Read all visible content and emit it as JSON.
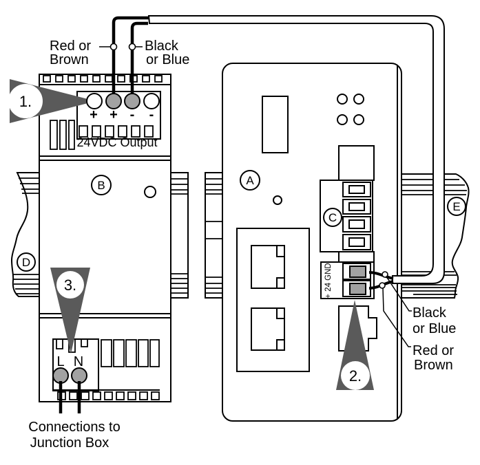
{
  "diagram": {
    "background": "#ffffff",
    "line_color": "#000000",
    "arrow_color": "#5a5a5a",
    "terminal_fill": "#a2a2a2",
    "steps": {
      "one": "1.",
      "two": "2.",
      "three": "3."
    },
    "components": {
      "a": "A",
      "b": "B",
      "c": "C",
      "d": "D",
      "e": "E"
    },
    "psu": {
      "output_label": "24VDC Output",
      "marks": [
        "+",
        "+",
        "-",
        "-"
      ],
      "line": "L",
      "neutral": "N"
    },
    "device": {
      "power_terminal_label": "+ 24 GND"
    },
    "wires": {
      "positive_top": [
        "Red or",
        "Brown"
      ],
      "negative_top": [
        "Black",
        "or Blue"
      ],
      "negative_right": [
        "Black",
        "or Blue"
      ],
      "positive_right": [
        "Red or",
        "Brown"
      ]
    },
    "junction": [
      "Connections to",
      "Junction Box"
    ]
  }
}
